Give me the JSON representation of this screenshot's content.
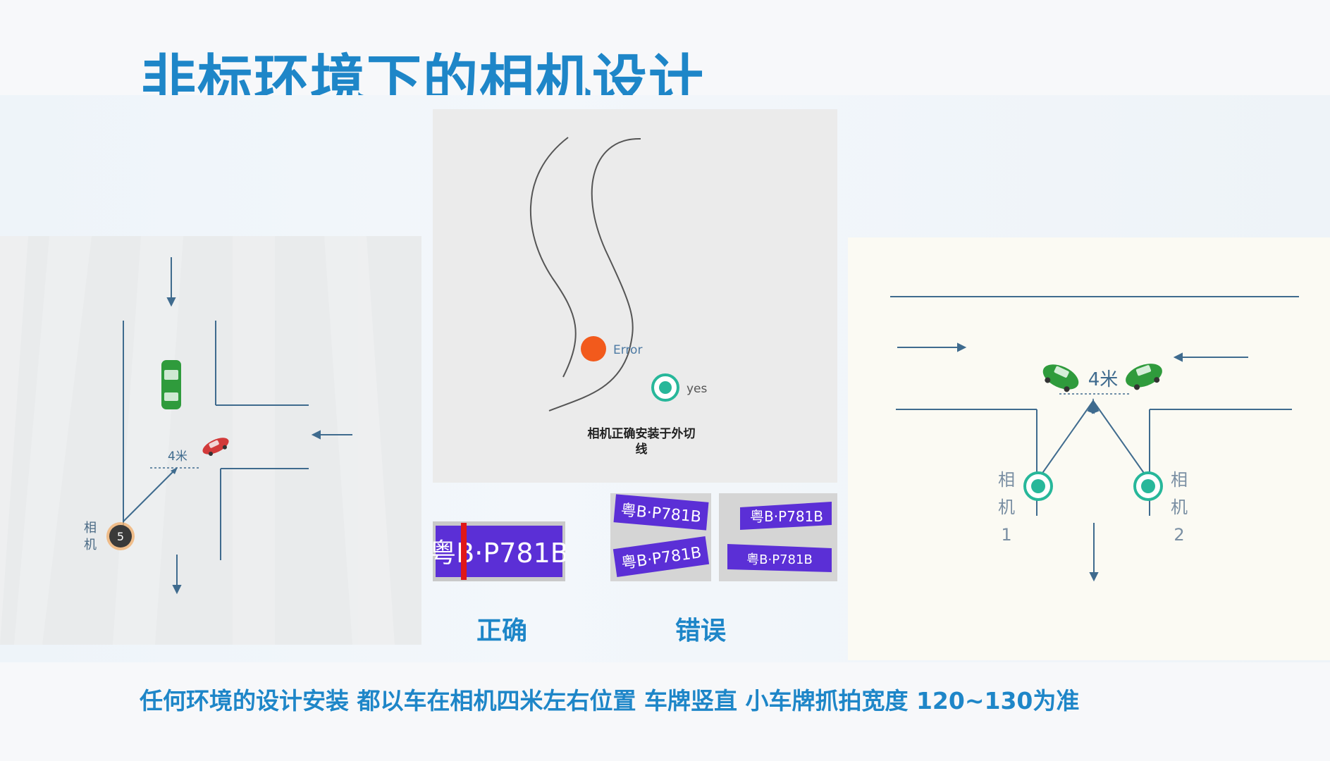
{
  "slide": {
    "title": "非标环境下的相机设计",
    "footer": "任何环境的设计安装 都以车在相机四米左右位置 车牌竖直 小车牌抓拍宽度 120~130为准"
  },
  "left_diagram": {
    "distance_label": "4米",
    "camera_label": "相\n机",
    "camera_label_top": "相",
    "camera_label_bottom": "机",
    "camera_number": "5"
  },
  "middle_diagram": {
    "error_label": "Error",
    "yes_label": "yes",
    "caption_line1": "相机正确安装于外切",
    "caption_line2": "线",
    "colors": {
      "error": "#f25a1c",
      "yes": "#27b79a"
    }
  },
  "plates": {
    "correct_label": "正确",
    "wrong_label": "错误",
    "plate_text": "粤B·P781B",
    "plate_color": "#5b2fd6"
  },
  "right_diagram": {
    "distance_label": "4米",
    "camera1_label": [
      "相",
      "机",
      "1"
    ],
    "camera2_label": [
      "相",
      "机",
      "2"
    ]
  },
  "colors": {
    "accent": "#1e86c8",
    "line": "#3f6b8e",
    "car_green": "#2f9b3c",
    "car_red": "#d23a3a"
  }
}
